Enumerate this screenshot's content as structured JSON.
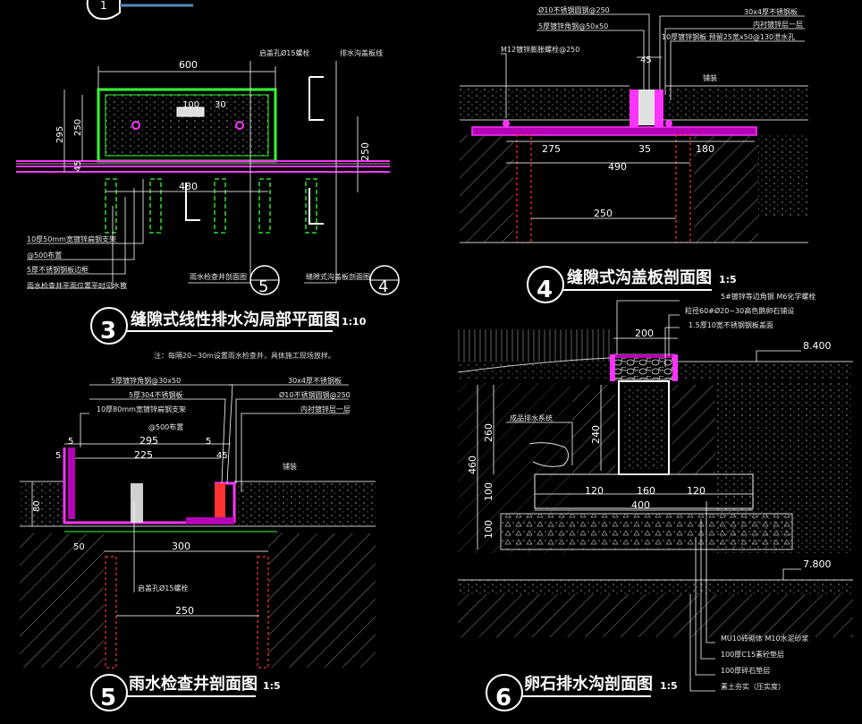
{
  "colors": {
    "background": "#000000",
    "wall": "#ffffff",
    "magenta": "#ff33ff",
    "green": "#33ff33",
    "cyan": "#33dddd",
    "hatch": "#9a9a9a",
    "red": "#ff3333",
    "leader": "#ffffff",
    "dimension": "#cccccc"
  },
  "drawing_top_tag": "1",
  "plan3": {
    "number": "3",
    "title": "缝隙式线性排水沟局部平面图",
    "scale": "1:10",
    "note": "注：每隔20~30m设置雨水检查井，具体施工现场放样。",
    "dims": {
      "d600": "600",
      "d480": "480",
      "d295": "295",
      "d250": "250",
      "d45": "45",
      "d250b": "250",
      "d100": "100",
      "d30": "30"
    },
    "callouts": {
      "bolt": "启盖孔Ø15螺栓",
      "drain": "排水沟盖板线",
      "flat_steel": "10厚50mm宽镀锌扁钢支架",
      "spacing": "@500布置",
      "ss_plate": "5厚不锈钢钢板边框",
      "well_plan": "雨水检查井平面位置平时见水篦",
      "ref5_text": "雨水检查井剖面图",
      "ref4_text": "缝隙式沟盖板剖面图"
    },
    "ref5": "5",
    "ref4": "4"
  },
  "section4": {
    "number": "4",
    "title": "缝隙式沟盖板剖面图",
    "scale": "1:5",
    "dims": {
      "d45": "45",
      "d275": "275",
      "d35": "35",
      "d180": "180",
      "d490": "490",
      "d250": "250"
    },
    "callouts": {
      "rebar": "Ø10不锈钢圆钢@250",
      "angle": "5厚镀锌角钢@50x50",
      "anchor": "M12镀锌膨胀螺栓@250",
      "ss_flat": "30x4厚不锈钢板",
      "lining": "内衬镀锌层一层",
      "grating": "10厚镀锌钢板 预留25宽x50@130泄水孔",
      "paving": "铺装"
    }
  },
  "section5": {
    "number": "5",
    "title": "雨水检查井剖面图",
    "scale": "1:5",
    "dims": {
      "d295": "295",
      "d225": "225",
      "d5a": "5",
      "d5b": "5",
      "d5c": "5",
      "d45": "45",
      "d80": "80",
      "d50": "50",
      "d300": "300",
      "d250": "250"
    },
    "callouts": {
      "angle": "5厚镀锌角钢@30x50",
      "ss_plate": "5厚304不锈钢板",
      "flat": "10厚80mm宽镀锌扁钢支架",
      "spacing": "@500布置",
      "ss_flat": "30x4厚不锈钢板",
      "rebar": "Ø10不锈钢圆钢@250",
      "lining": "内衬镀锌层一层",
      "paving": "铺装",
      "bolt": "启盖孔Ø15螺栓"
    }
  },
  "section6": {
    "number": "6",
    "title": "卵石排水沟剖面图",
    "scale": "1:5",
    "elev_top": "8.400",
    "elev_bottom": "7.800",
    "dims": {
      "d200": "200",
      "d260": "260",
      "d240": "240",
      "d460": "460",
      "d100a": "100",
      "d100b": "100",
      "d120a": "120",
      "d160": "160",
      "d120b": "120",
      "d400": "400"
    },
    "callouts": {
      "bolt": "5#镀锌等边角钢 M6化学螺栓",
      "cobble": "粒径60#Ø20~30高色鹅卵石铺设",
      "grating": "1.5厚10宽不锈钢钢板盖面",
      "drain": "成品排水系统",
      "brick": "MU10砖砌体 M10水泥砂浆",
      "concrete": "100厚C15素砼垫层",
      "gravel": "100厚碎石垫层",
      "soil": "素土夯实（压实度）"
    }
  }
}
